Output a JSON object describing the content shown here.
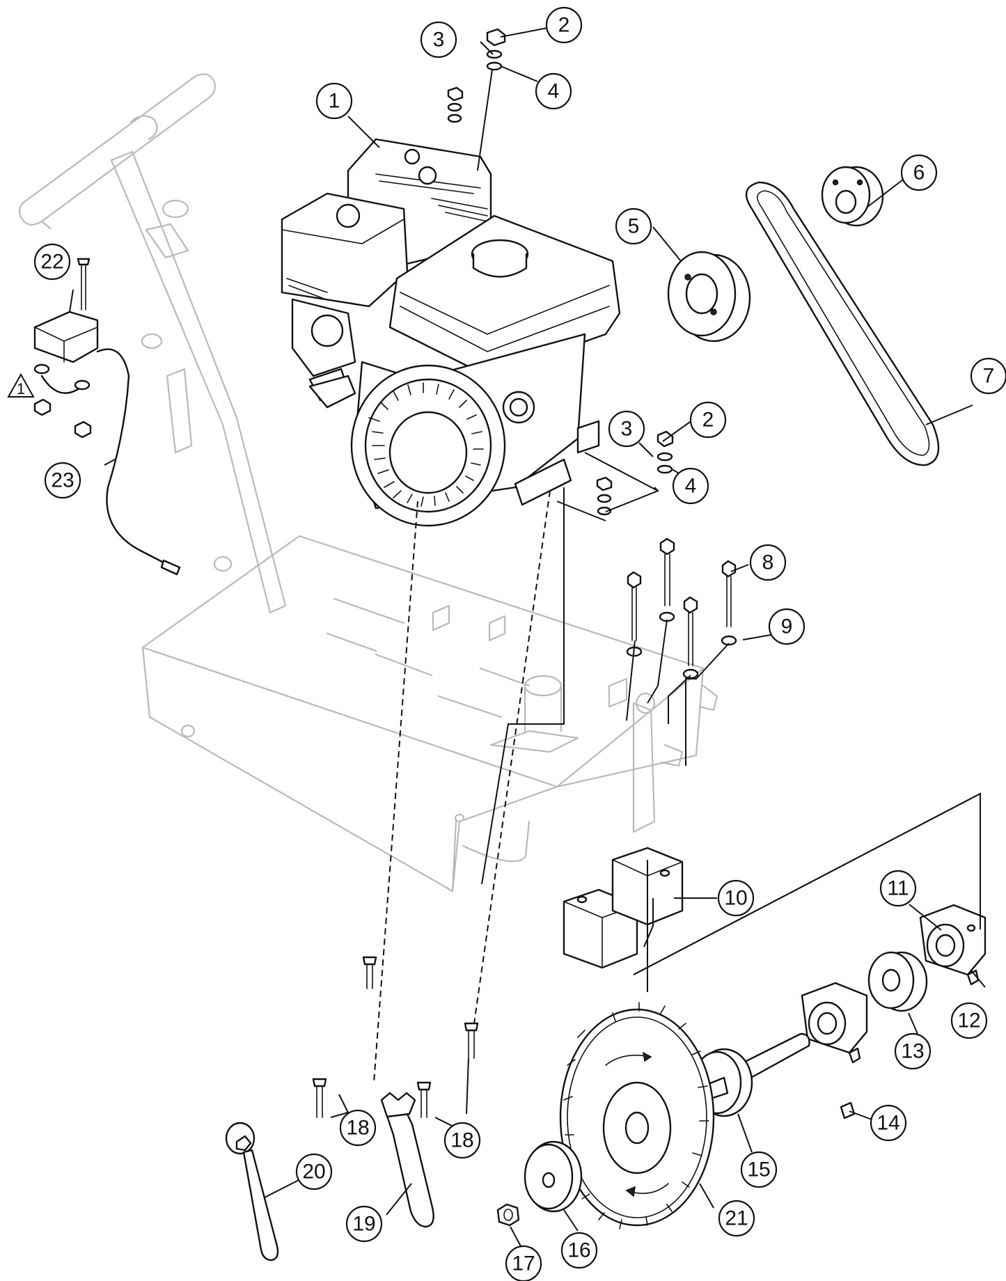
{
  "callouts": {
    "c1": "1",
    "c2a": "2",
    "c3a": "3",
    "c4a": "4",
    "c2b": "2",
    "c3b": "3",
    "c4b": "4",
    "c5": "5",
    "c6": "6",
    "c7": "7",
    "c8": "8",
    "c9": "9",
    "c10": "10",
    "c11": "11",
    "c12": "12",
    "c13": "13",
    "c14": "14",
    "c15": "15",
    "c16": "16",
    "c17": "17",
    "c18a": "18",
    "c18b": "18",
    "c19": "19",
    "c20": "20",
    "c21": "21",
    "c22": "22",
    "c23": "23"
  },
  "warning_symbol": {
    "label": "1"
  },
  "colors": {
    "ink": "#111111",
    "ghost": "#b9b9b9",
    "background": "#ffffff"
  }
}
